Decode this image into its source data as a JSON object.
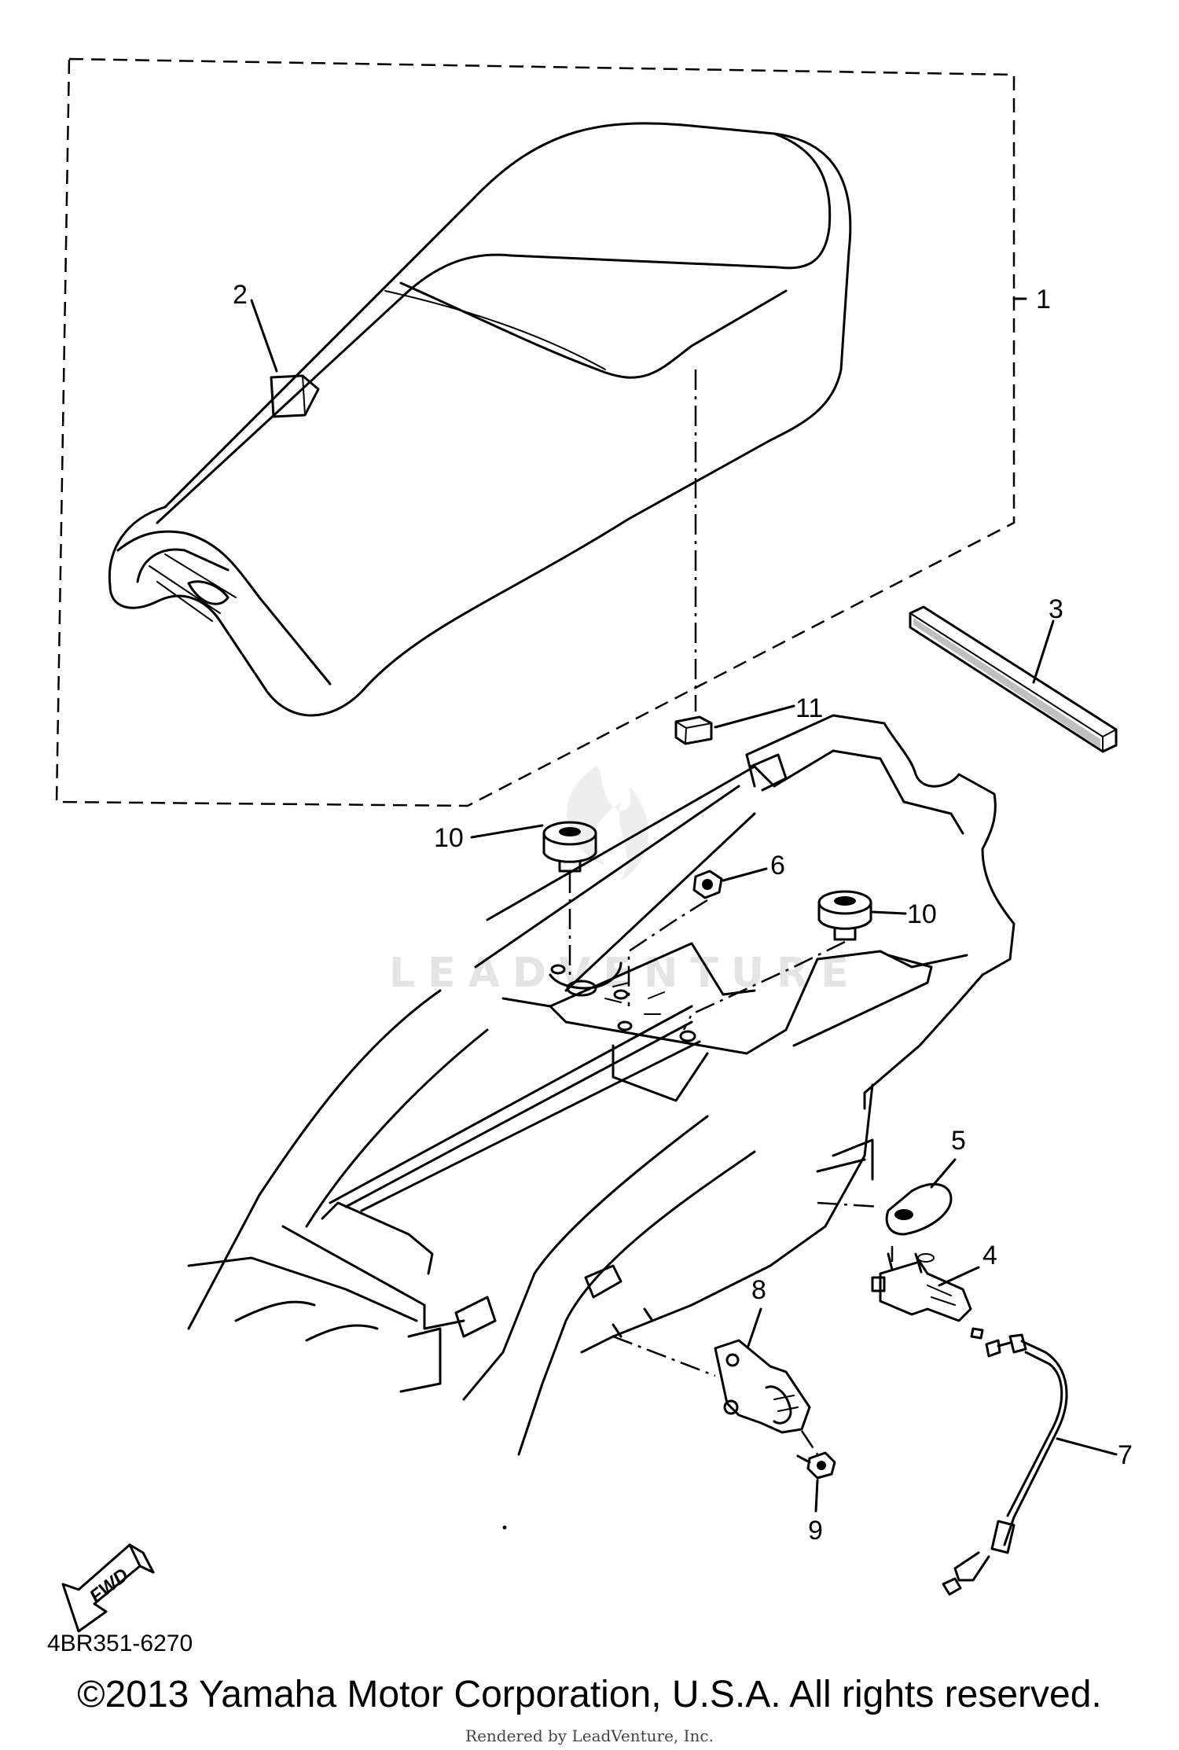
{
  "callouts": {
    "c1": "1",
    "c2": "2",
    "c3": "3",
    "c4": "4",
    "c5": "5",
    "c6": "6",
    "c7": "7",
    "c8": "8",
    "c9": "9",
    "c10a": "10",
    "c10b": "10",
    "c11": "11"
  },
  "direction_label": "FWD",
  "diagram_code": "4BR351-6270",
  "watermark": "LEADVENTURE",
  "copyright": "©2013 Yamaha Motor Corporation, U.S.A. All rights reserved.",
  "rendered_by": "Rendered by LeadVenture, Inc."
}
